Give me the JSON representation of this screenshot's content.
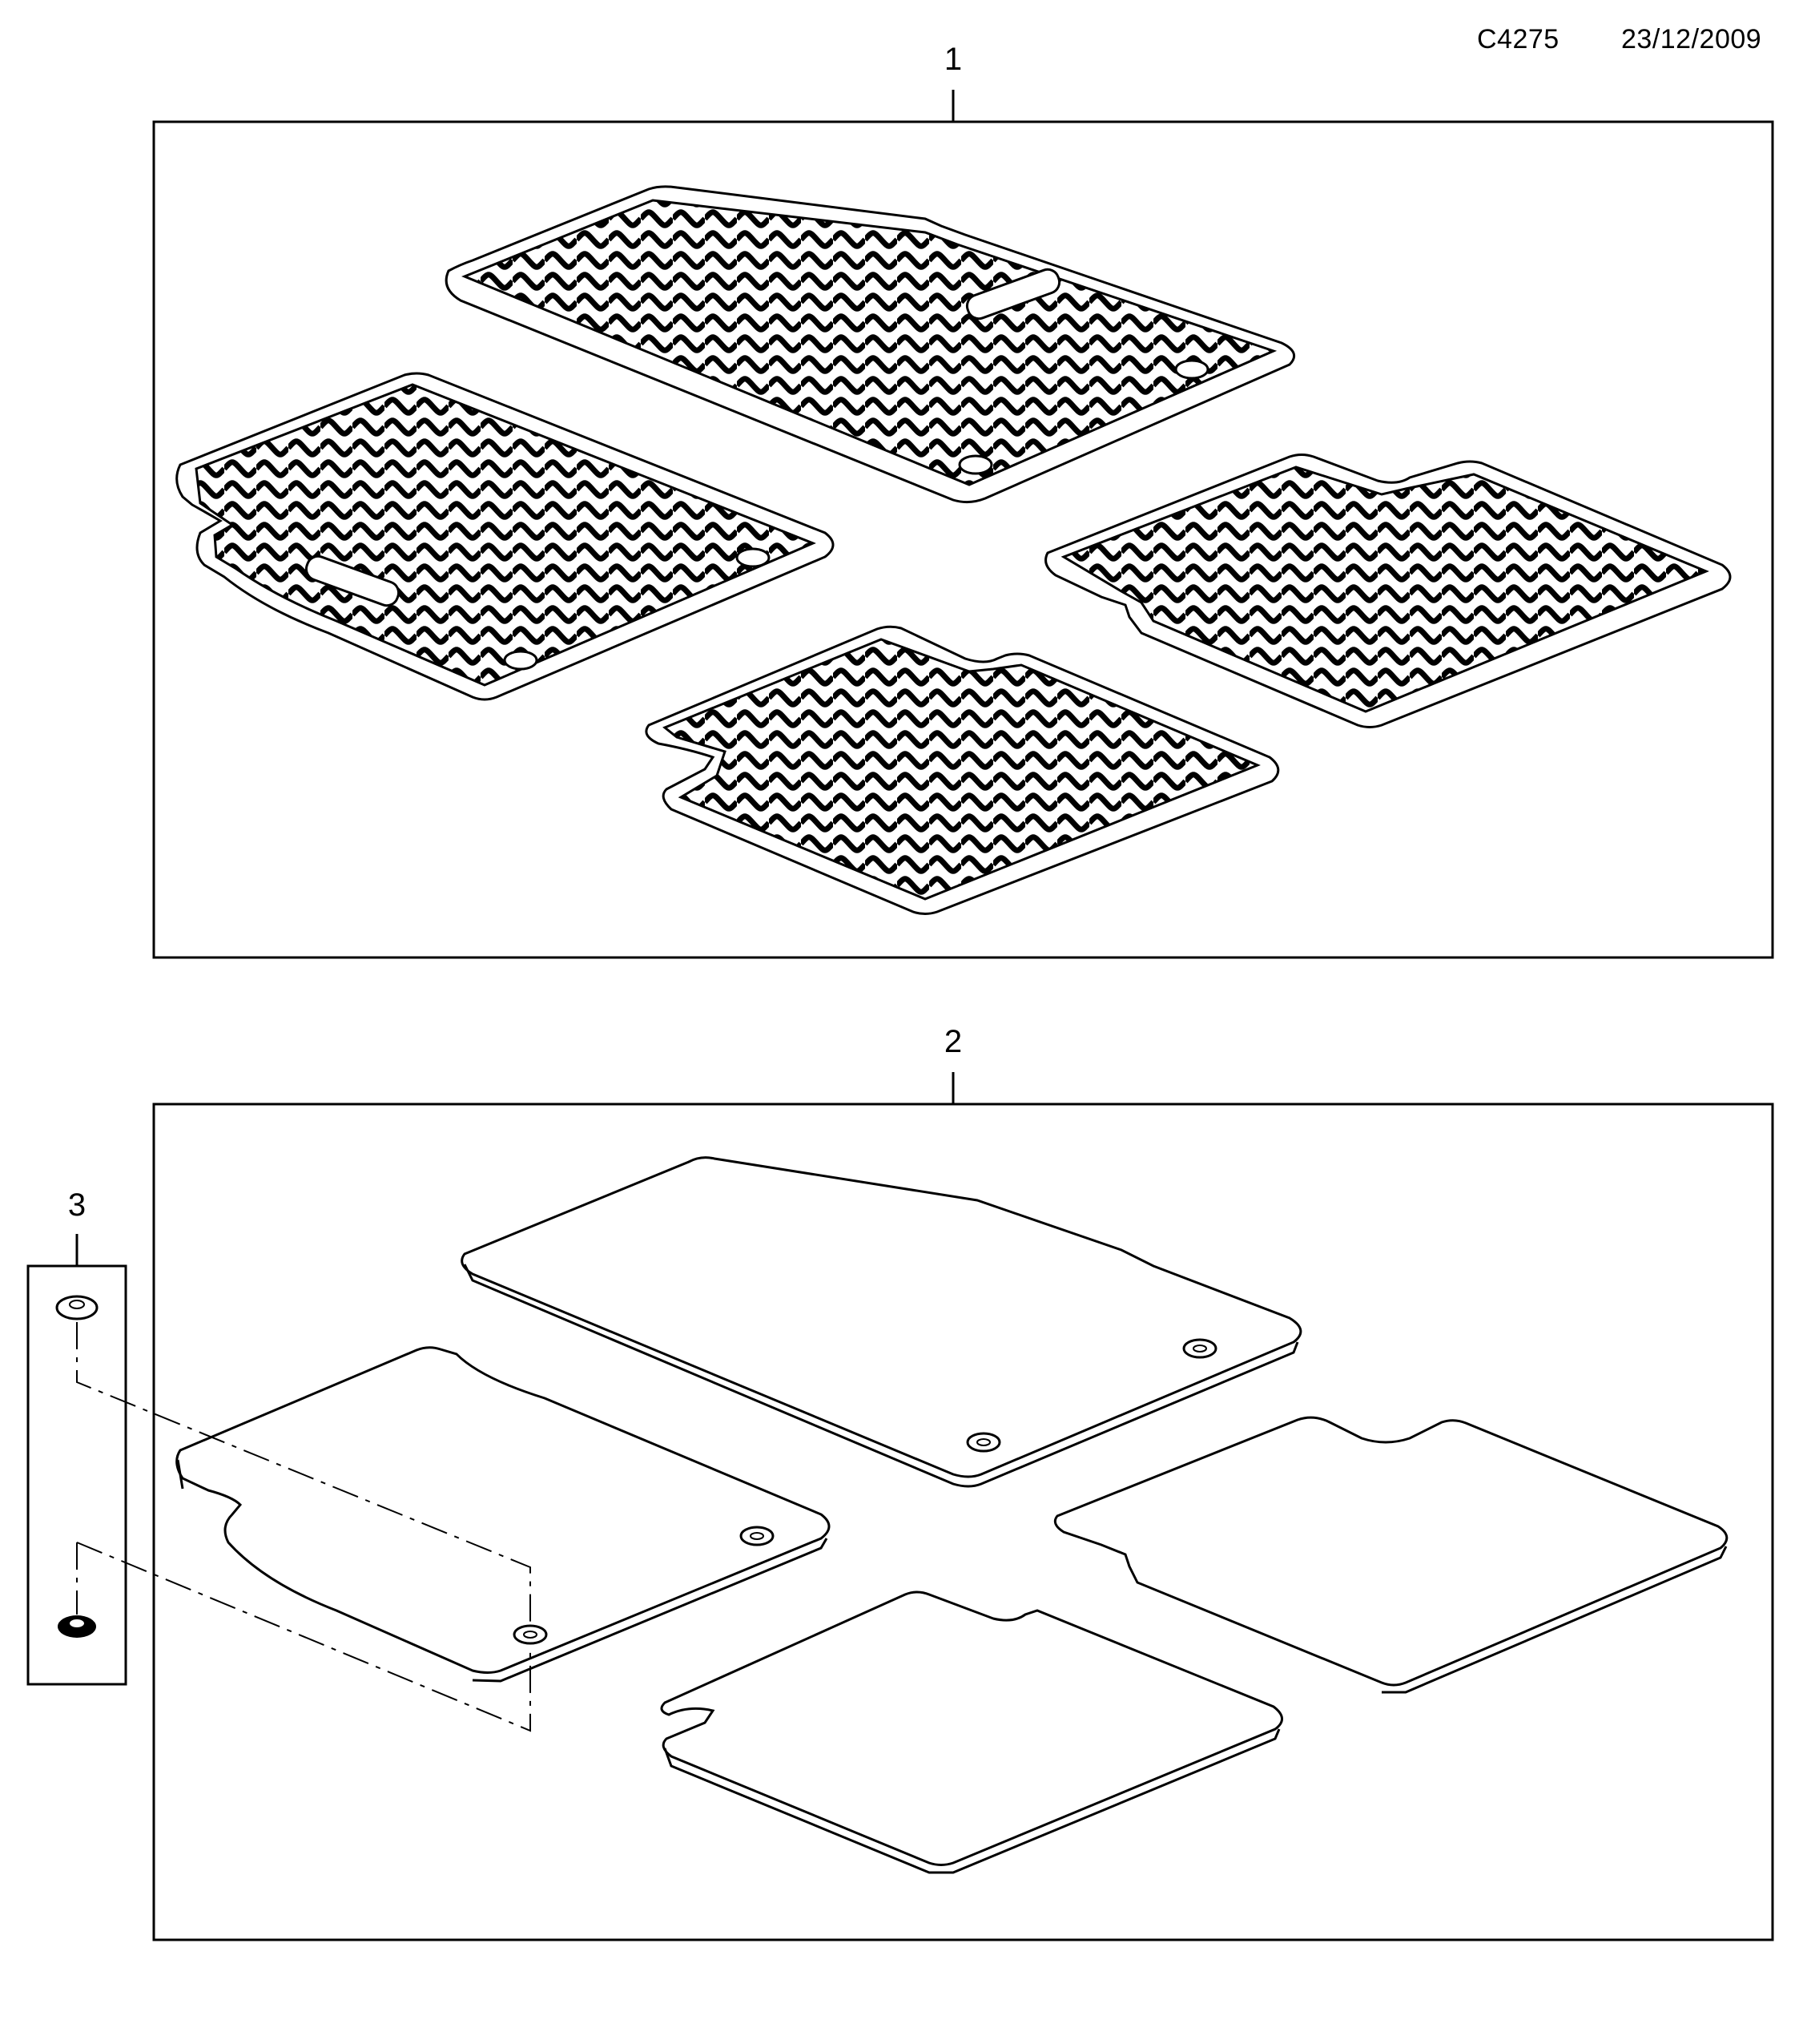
{
  "header": {
    "diagram_code": "C4275",
    "date": "23/12/2009"
  },
  "callouts": {
    "one": "1",
    "two": "2",
    "three": "3"
  },
  "panels": [
    {
      "ref": "1",
      "content": "rubber floor mats set (4 mats, wavy pattern)"
    },
    {
      "ref": "2",
      "content": "textile floor mats set (4 mats)"
    },
    {
      "ref": "3",
      "content": "mat fastener clips"
    }
  ],
  "colors": {
    "line": "#000000",
    "background": "#ffffff"
  }
}
